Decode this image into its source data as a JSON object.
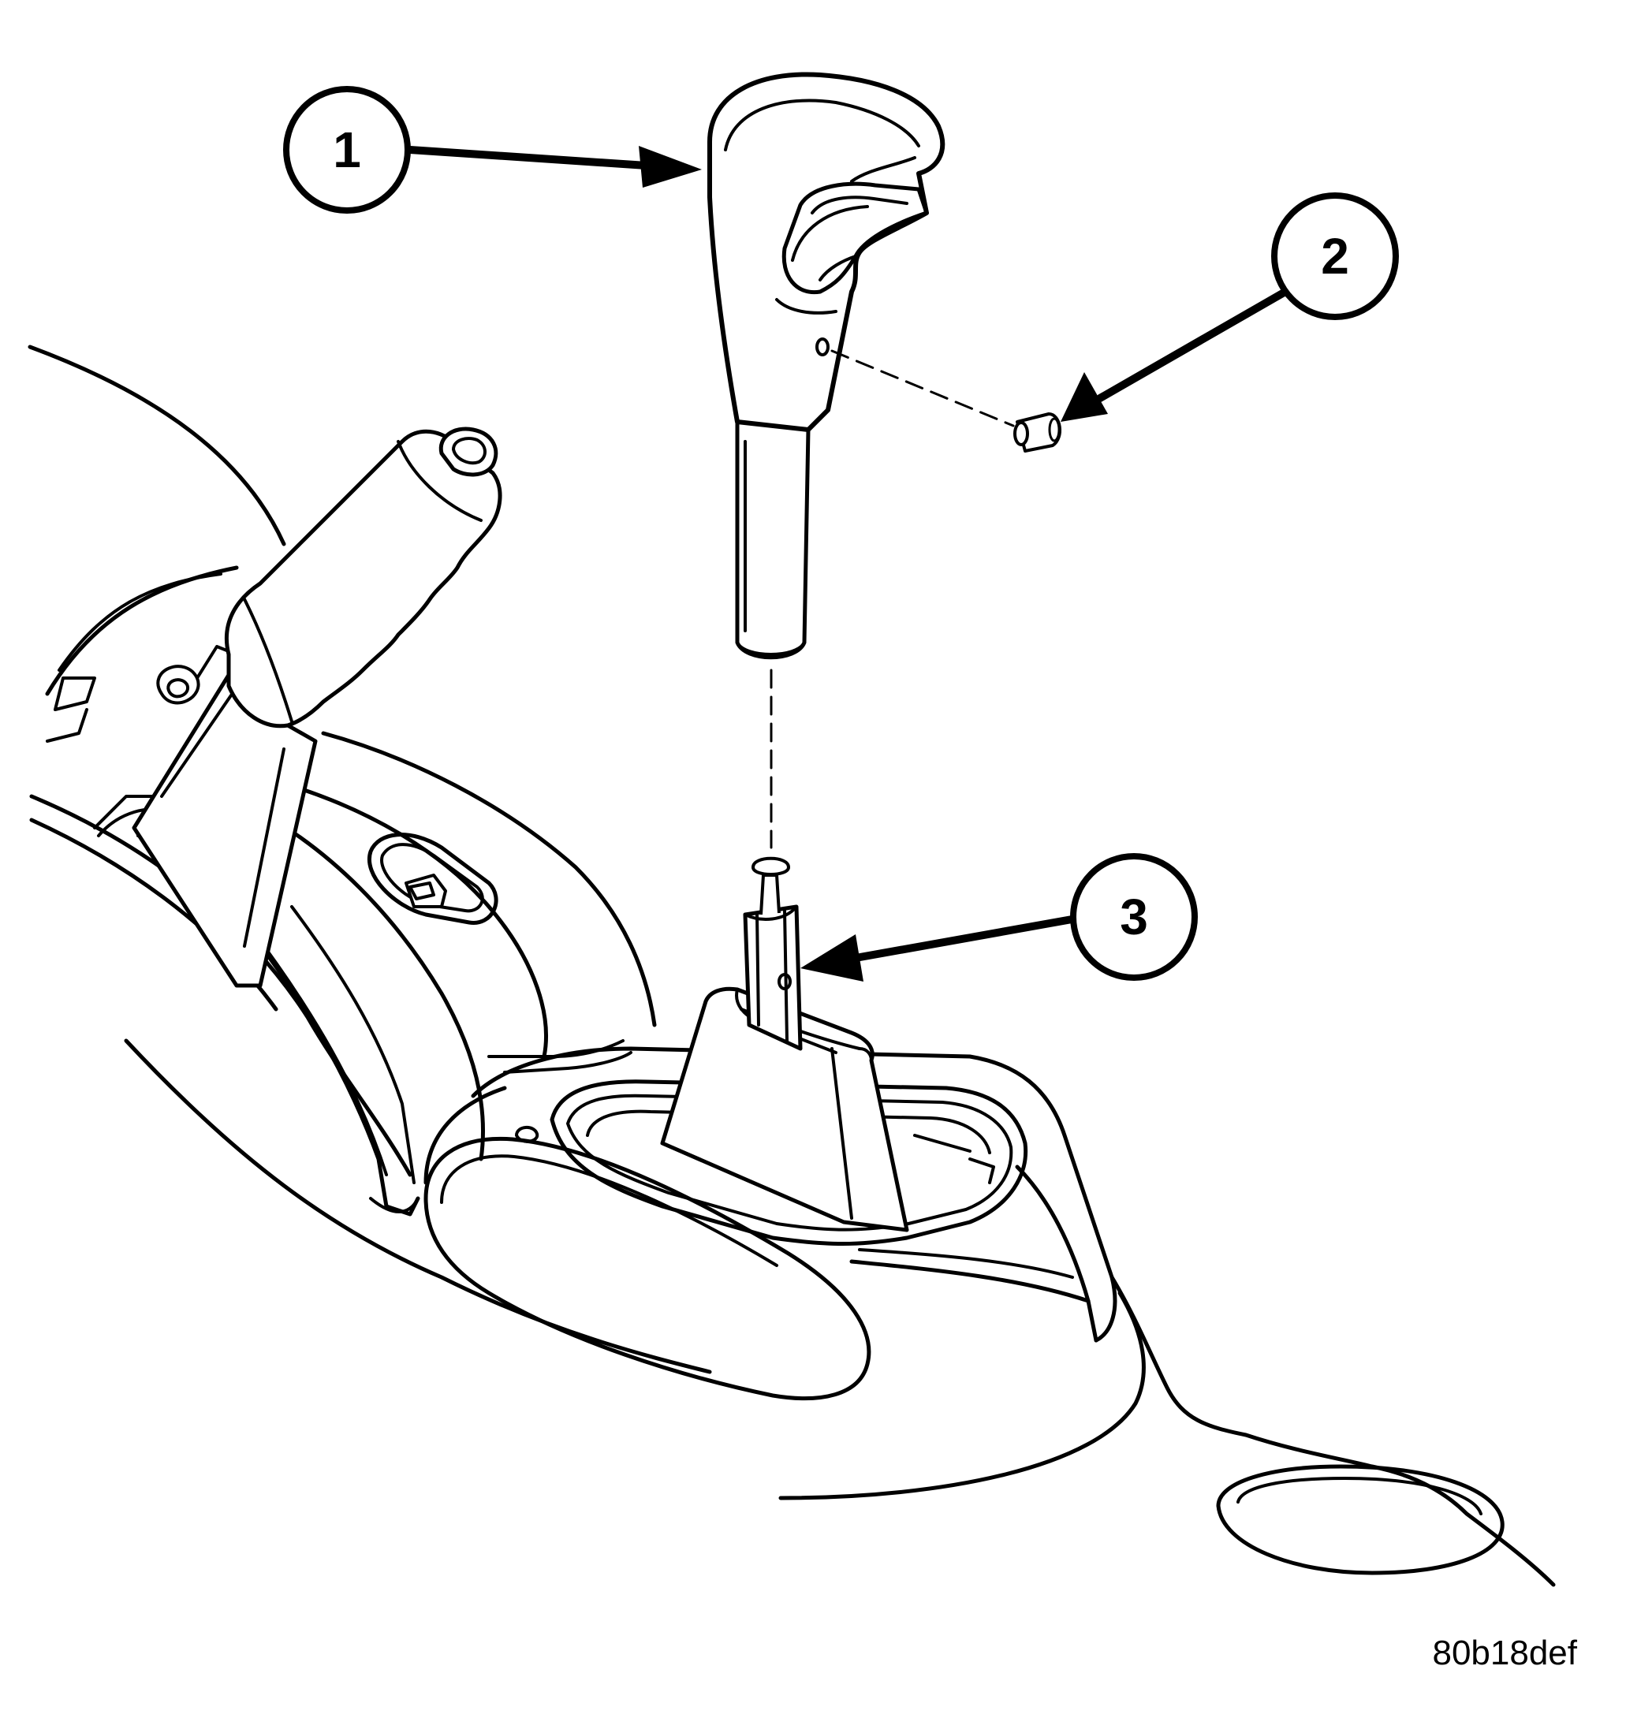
{
  "figure": {
    "id_label": "80b18def"
  },
  "callouts": [
    {
      "number": "1",
      "part": "shift-knob"
    },
    {
      "number": "2",
      "part": "retaining-pin"
    },
    {
      "number": "3",
      "part": "shift-lever"
    }
  ],
  "colors": {
    "ink": "#000000",
    "paper": "#ffffff"
  }
}
